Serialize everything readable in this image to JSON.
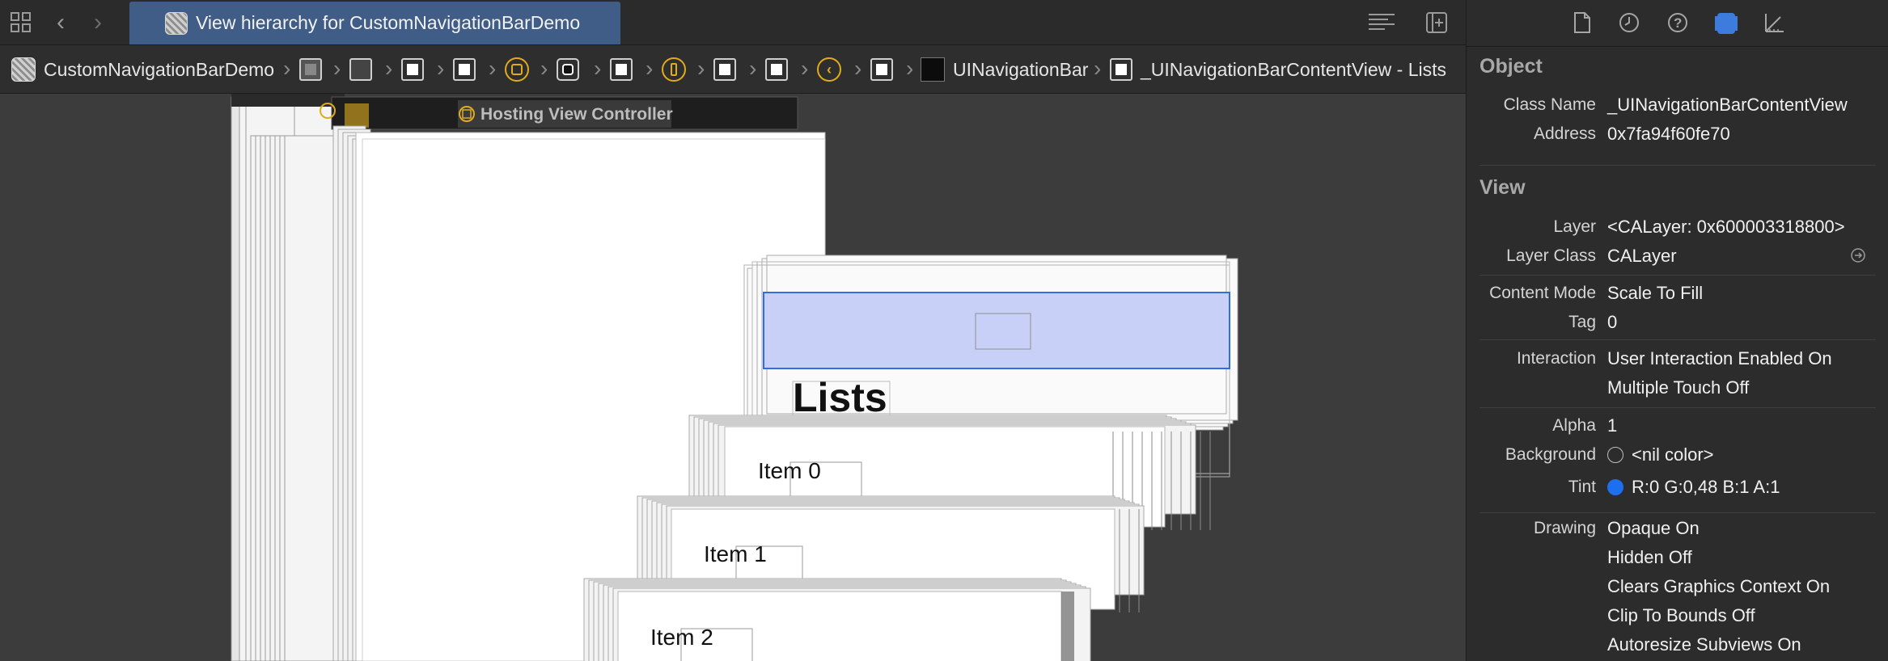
{
  "window": {
    "tab_title": "View hierarchy for CustomNavigationBarDemo"
  },
  "breadcrumb": {
    "project": "CustomNavigationBarDemo",
    "nav_bar": "UINavigationBar",
    "current": "_UINavigationBarContentView - Lists"
  },
  "canvas": {
    "hosting_label": "Hosting View Controller",
    "title": "Lists",
    "items": [
      "Item 0",
      "Item 1",
      "Item 2"
    ]
  },
  "inspector": {
    "object_section": "Object",
    "view_section": "View",
    "class_name_label": "Class Name",
    "class_name_value": "_UINavigationBarContentView",
    "address_label": "Address",
    "address_value": "0x7fa94f60fe70",
    "layer_label": "Layer",
    "layer_value": "<CALayer: 0x600003318800>",
    "layer_class_label": "Layer Class",
    "layer_class_value": "CALayer",
    "content_mode_label": "Content Mode",
    "content_mode_value": "Scale To Fill",
    "tag_label": "Tag",
    "tag_value": "0",
    "interaction_label": "Interaction",
    "interaction_values": [
      "User Interaction Enabled On",
      "Multiple Touch Off"
    ],
    "alpha_label": "Alpha",
    "alpha_value": "1",
    "background_label": "Background",
    "background_value": "<nil color>",
    "tint_label": "Tint",
    "tint_value": "R:0 G:0,48 B:1 A:1",
    "tint_color": "#1e6ef0",
    "drawing_label": "Drawing",
    "drawing_values": [
      "Opaque On",
      "Hidden Off",
      "Clears Graphics Context On",
      "Clip To Bounds Off",
      "Autoresize Subviews On"
    ]
  },
  "colors": {
    "selection_fill": "#c9d0f7",
    "selection_stroke": "#2f6fe0",
    "tab_active": "#3f5d86",
    "accent_yellow": "#e0ac1c"
  }
}
